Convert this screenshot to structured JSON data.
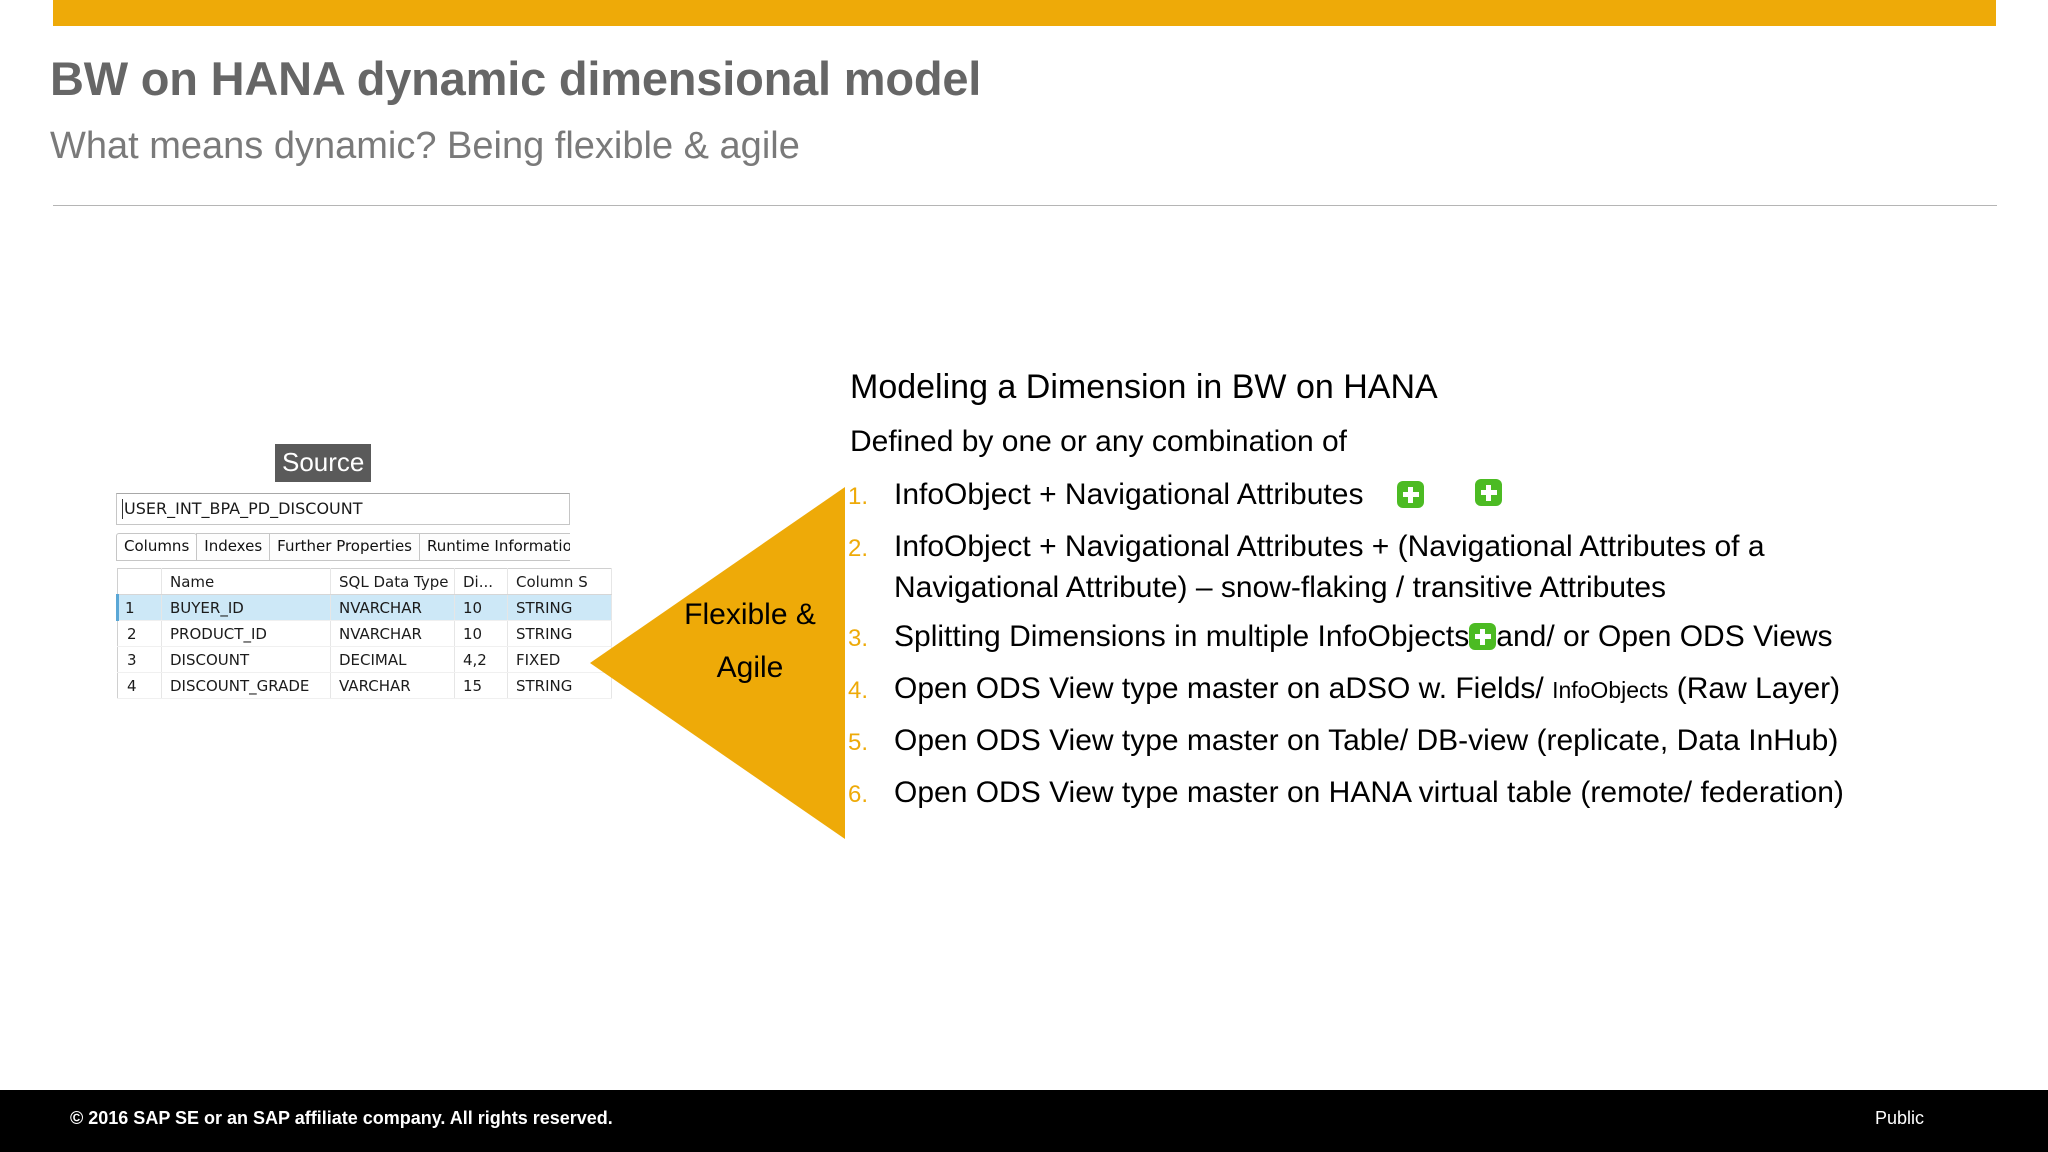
{
  "header": {
    "title": "BW on HANA dynamic dimensional model",
    "subtitle": "What means dynamic? Being flexible & agile",
    "accent_color": "#eeaa08"
  },
  "source_panel": {
    "badge_label": "Source",
    "table_name_field": "USER_INT_BPA_PD_DISCOUNT",
    "tabs": [
      {
        "label": "Columns",
        "active": true
      },
      {
        "label": "Indexes",
        "active": false
      },
      {
        "label": "Further Properties",
        "active": false
      },
      {
        "label": "Runtime Information",
        "active": false
      }
    ],
    "columns_table": {
      "headers": [
        "",
        "Name",
        "SQL Data Type",
        "Di...",
        "Column S"
      ],
      "rows": [
        {
          "index": "1",
          "name": "BUYER_ID",
          "sql_data_type": "NVARCHAR",
          "dim": "10",
          "column_store": "STRING",
          "selected": true
        },
        {
          "index": "2",
          "name": "PRODUCT_ID",
          "sql_data_type": "NVARCHAR",
          "dim": "10",
          "column_store": "STRING",
          "selected": false
        },
        {
          "index": "3",
          "name": "DISCOUNT",
          "sql_data_type": "DECIMAL",
          "dim": "4,2",
          "column_store": "FIXED",
          "selected": false
        },
        {
          "index": "4",
          "name": "DISCOUNT_GRADE",
          "sql_data_type": "VARCHAR",
          "dim": "15",
          "column_store": "STRING",
          "selected": false
        }
      ]
    }
  },
  "arrow": {
    "line1": "Flexible &",
    "line2": "Agile",
    "color": "#eeaa08"
  },
  "content": {
    "heading": "Modeling a Dimension in BW on HANA",
    "subheading": "Defined by one or any combination of",
    "numbered_items": [
      {
        "num": "1.",
        "text": "InfoObject + Navigational Attributes",
        "has_plus_after": true
      },
      {
        "num": "2.",
        "line1": "InfoObject + Navigational Attributes + (Navigational Attributes of a",
        "line2": "Navigational Attribute) – snow-flaking / transitive Attributes",
        "has_plus_after": true
      },
      {
        "num": "3.",
        "text_before_plus": "Splitting Dimensions in multiple InfoObjects",
        "text_after_plus": "and/ or Open ODS Views",
        "has_plus_inline": true
      },
      {
        "num": "4.",
        "text_a": "Open ODS View type master on aDSO w. Fields/ ",
        "text_small": "InfoObjects",
        "text_b": " (Raw Layer)"
      },
      {
        "num": "5.",
        "text": "Open ODS View type master on Table/ DB-view (replicate, Data InHub)"
      },
      {
        "num": "6.",
        "text": "Open ODS View type master on HANA virtual table (remote/ federation)"
      }
    ],
    "plus_icon_color": "#4cbb23",
    "number_color": "#eeaa08"
  },
  "footer": {
    "copyright": "© 2016 SAP SE or an SAP affiliate company. All rights reserved.",
    "classification": "Public"
  }
}
